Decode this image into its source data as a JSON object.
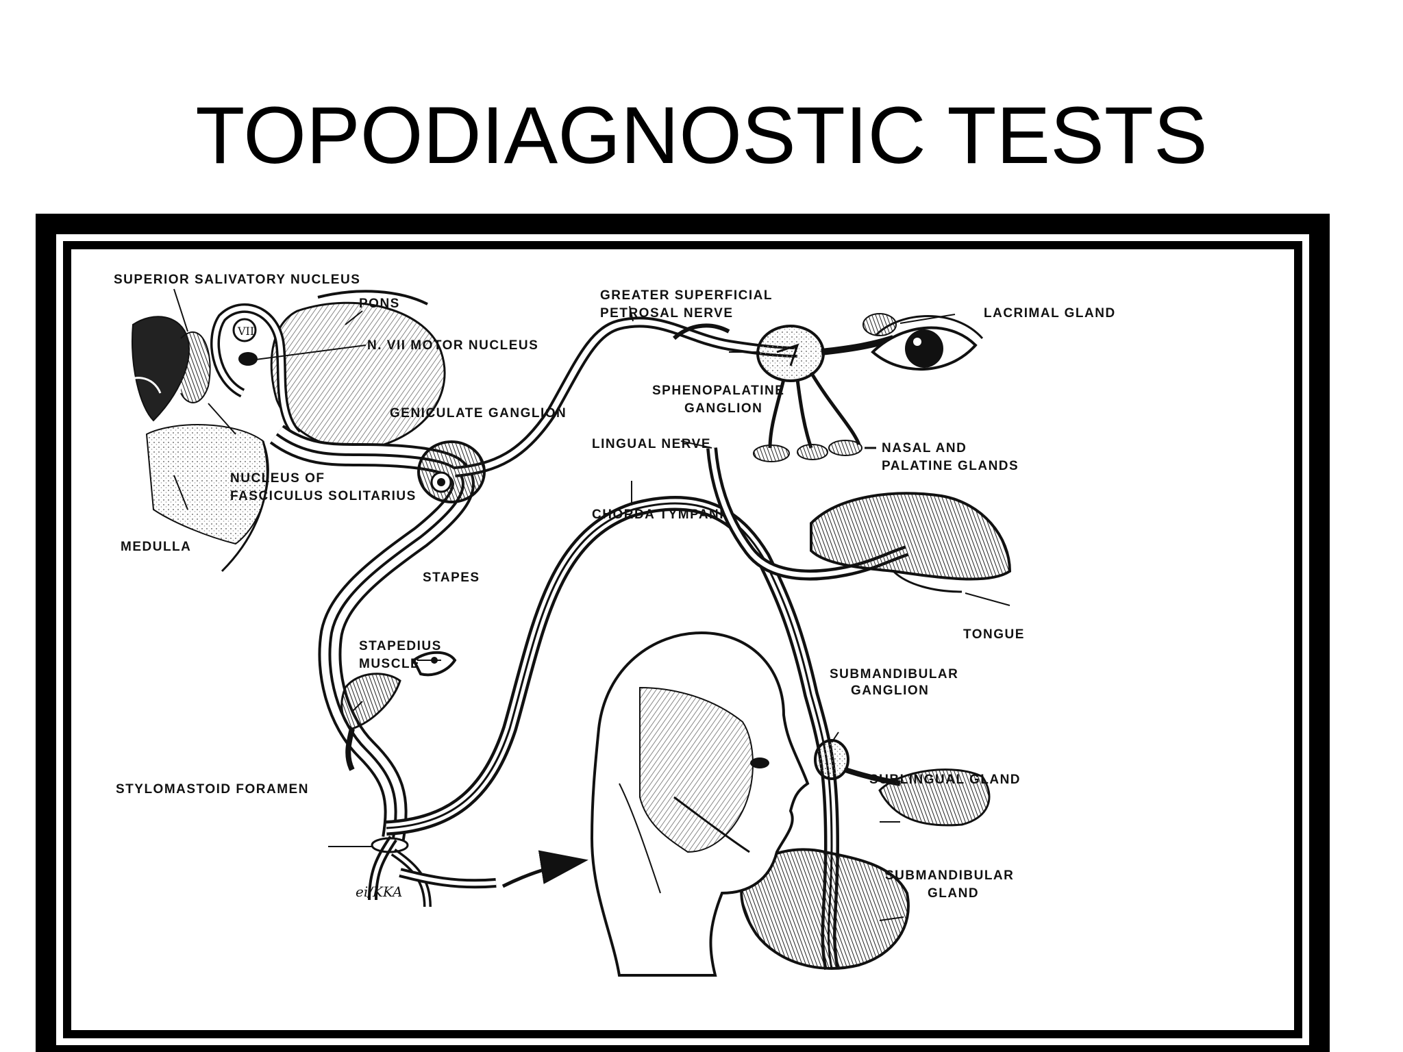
{
  "slide": {
    "title": "TOPODIAGNOSTIC TESTS"
  },
  "diagram": {
    "labels": {
      "superior_salivatory_nucleus": "SUPERIOR SALIVATORY NUCLEUS",
      "pons": "PONS",
      "n_vii_motor_nucleus": "N. VII MOTOR NUCLEUS",
      "geniculate_ganglion": "GENICULATE GANGLION",
      "nucleus_of": "NUCLEUS OF",
      "fasciculus_solitarius": "FASCICULUS SOLITARIUS",
      "medulla": "MEDULLA",
      "greater_superficial": "GREATER SUPERFICIAL",
      "petrosal_nerve": "PETROSAL NERVE",
      "lacrimal_gland": "LACRIMAL GLAND",
      "sphenopalatine": "SPHENOPALATINE",
      "ganglion_1": "GANGLION",
      "nasal_and": "NASAL AND",
      "palatine_glands": "PALATINE GLANDS",
      "lingual_nerve": "LINGUAL NERVE",
      "chorda_tympani": "CHORDA TYMPANI",
      "stapes": "STAPES",
      "stapedius": "STAPEDIUS",
      "muscle": "MUSCLE",
      "tongue": "TONGUE",
      "submandibular_1": "SUBMANDIBULAR",
      "ganglion_2": "GANGLION",
      "sublingual_gland": "SUBLINGUAL GLAND",
      "stylomastoid_foramen": "STYLOMASTOID FORAMEN",
      "submandibular_2": "SUBMANDIBULAR",
      "gland": "GLAND",
      "signature": "ei/KKA",
      "nucleus_numeral": "VII"
    }
  }
}
